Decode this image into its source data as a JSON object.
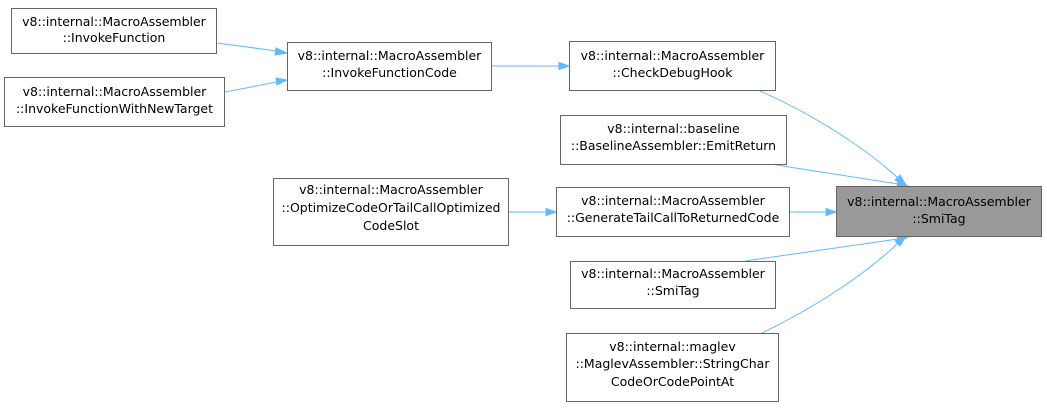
{
  "colors": {
    "edge": "#63b8ff",
    "node_border": "#666666",
    "node_fill": "#ffffff",
    "highlight_fill": "#999999",
    "text": "#000000"
  },
  "nodes": {
    "invoke_function": {
      "lines": [
        "v8::internal::MacroAssembler",
        "::InvokeFunction"
      ]
    },
    "invoke_function_with_new_target": {
      "lines": [
        "v8::internal::MacroAssembler",
        "::InvokeFunctionWithNewTarget"
      ]
    },
    "invoke_function_code": {
      "lines": [
        "v8::internal::MacroAssembler",
        "::InvokeFunctionCode"
      ]
    },
    "check_debug_hook": {
      "lines": [
        "v8::internal::MacroAssembler",
        "::CheckDebugHook"
      ]
    },
    "emit_return": {
      "lines": [
        "v8::internal::baseline",
        "::BaselineAssembler::EmitReturn"
      ]
    },
    "optimize_code": {
      "lines": [
        "v8::internal::MacroAssembler",
        "::OptimizeCodeOrTailCallOptimized",
        "CodeSlot"
      ]
    },
    "generate_tail_call": {
      "lines": [
        "v8::internal::MacroAssembler",
        "::GenerateTailCallToReturnedCode"
      ]
    },
    "smitag_other": {
      "lines": [
        "v8::internal::MacroAssembler",
        "::SmiTag"
      ]
    },
    "string_char_code": {
      "lines": [
        "v8::internal::maglev",
        "::MaglevAssembler::StringChar",
        "CodeOrCodePointAt"
      ]
    },
    "smitag_target": {
      "lines": [
        "v8::internal::MacroAssembler",
        "::SmiTag"
      ],
      "highlighted": true
    }
  },
  "edges": [
    {
      "from": "invoke_function",
      "to": "invoke_function_code"
    },
    {
      "from": "invoke_function_with_new_target",
      "to": "invoke_function_code"
    },
    {
      "from": "invoke_function_code",
      "to": "check_debug_hook"
    },
    {
      "from": "check_debug_hook",
      "to": "smitag_target"
    },
    {
      "from": "emit_return",
      "to": "smitag_target"
    },
    {
      "from": "optimize_code",
      "to": "generate_tail_call"
    },
    {
      "from": "generate_tail_call",
      "to": "smitag_target"
    },
    {
      "from": "smitag_other",
      "to": "smitag_target"
    },
    {
      "from": "string_char_code",
      "to": "smitag_target"
    }
  ]
}
